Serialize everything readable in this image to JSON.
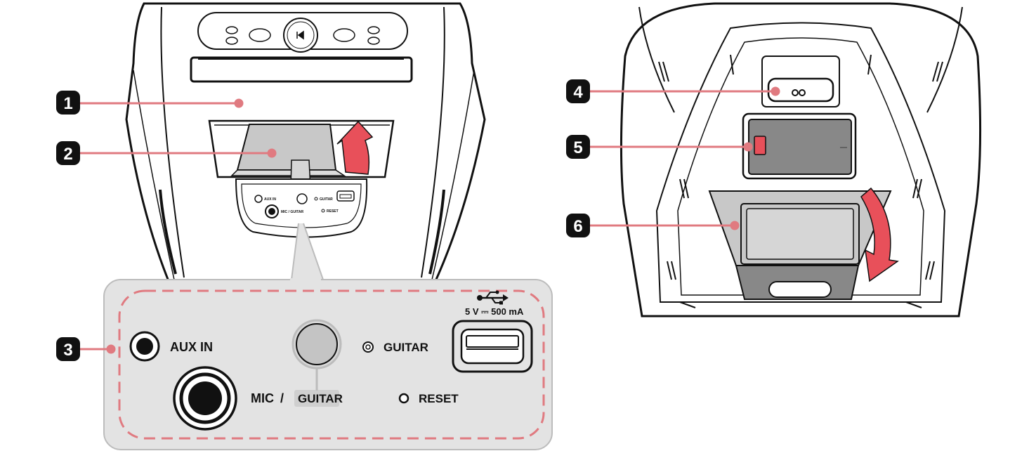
{
  "callouts": [
    {
      "number": "1"
    },
    {
      "number": "2"
    },
    {
      "number": "3"
    },
    {
      "number": "4"
    },
    {
      "number": "5"
    },
    {
      "number": "6"
    }
  ],
  "panel": {
    "aux_in": "AUX IN",
    "mic": "MIC",
    "slash": "/",
    "guitar_jack": "GUITAR",
    "guitar_led": "GUITAR",
    "reset": "RESET",
    "usb_rating": "5 V ⎓ 500 mA"
  },
  "small_panel": {
    "aux_in": "AUX IN",
    "mic_guitar": "MIC / GUITAR",
    "guitar": "GUITAR",
    "reset": "RESET"
  },
  "colors": {
    "accent_line": "#e07a80",
    "arrow_red": "#e8505a",
    "panel_gray": "#e3e3e3",
    "badge": "#111111"
  }
}
